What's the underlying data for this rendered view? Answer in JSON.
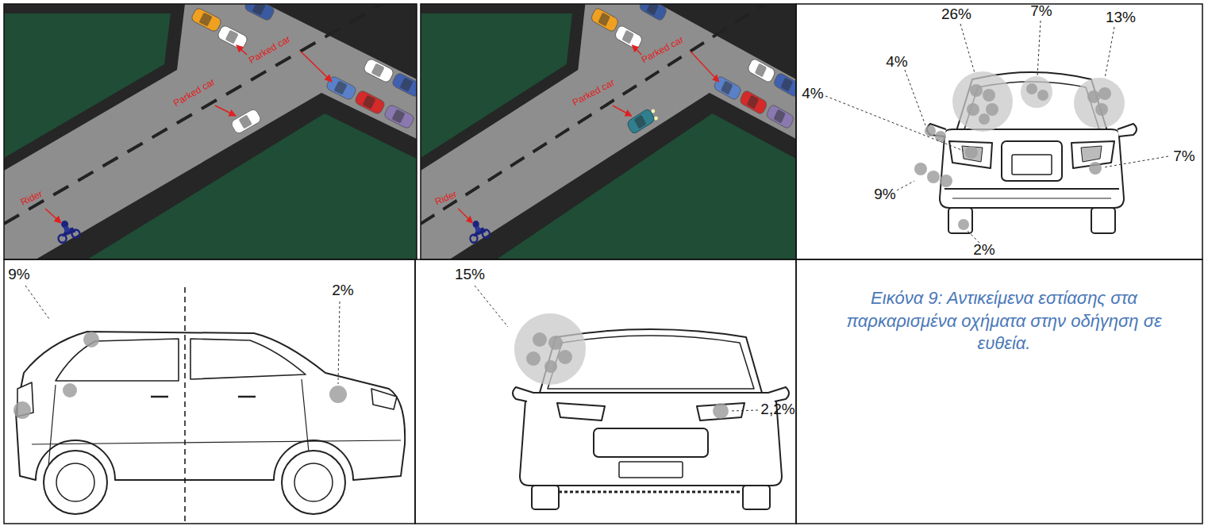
{
  "diagram": {
    "caption": "Εικόνα 9: Αντικείμενα εστίασης στα παρκαρισμένα οχήματα στην οδήγηση σε ευθεία.",
    "labels": [
      "Parked car",
      "Parked car",
      "Rider",
      "Parked car",
      "Parked car",
      "Rider",
      "26%",
      "7%",
      "13%",
      "4%",
      "4%",
      "7%",
      "9%",
      "2%",
      "9%",
      "2%",
      "15%",
      "2,2%"
    ]
  }
}
